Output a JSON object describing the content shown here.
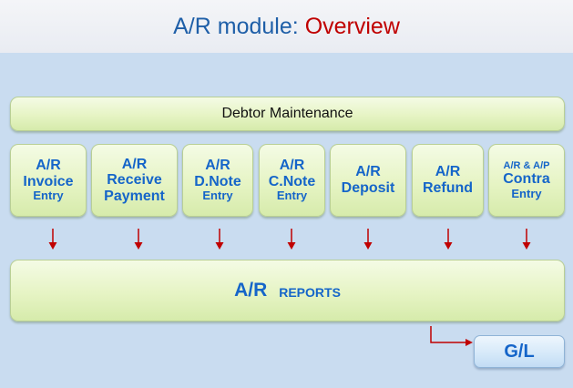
{
  "header": {
    "title_prefix": "A/R module:",
    "title_highlight": "Overview"
  },
  "debtor": {
    "label": "Debtor Maintenance"
  },
  "modules": [
    {
      "line1": "A/R",
      "line2": "Invoice",
      "line3": "Entry"
    },
    {
      "line1": "A/R",
      "line2": "Receive",
      "line3": "Payment"
    },
    {
      "line1": "A/R",
      "line2": "D.Note",
      "line3": "Entry"
    },
    {
      "line1": "A/R",
      "line2": "C.Note",
      "line3": "Entry"
    },
    {
      "line1": "A/R",
      "line2": "Deposit"
    },
    {
      "line1": "A/R",
      "line2": "Refund"
    },
    {
      "line1": "A/R & A/P",
      "line2": "Contra",
      "line3": "Entry"
    }
  ],
  "reports": {
    "label_main": "A/R",
    "label_sub": "REPORTS"
  },
  "gl": {
    "label": "G/L"
  },
  "colors": {
    "arrow": "#c00000",
    "text_blue": "#1565c9",
    "title_red": "#c00000"
  }
}
